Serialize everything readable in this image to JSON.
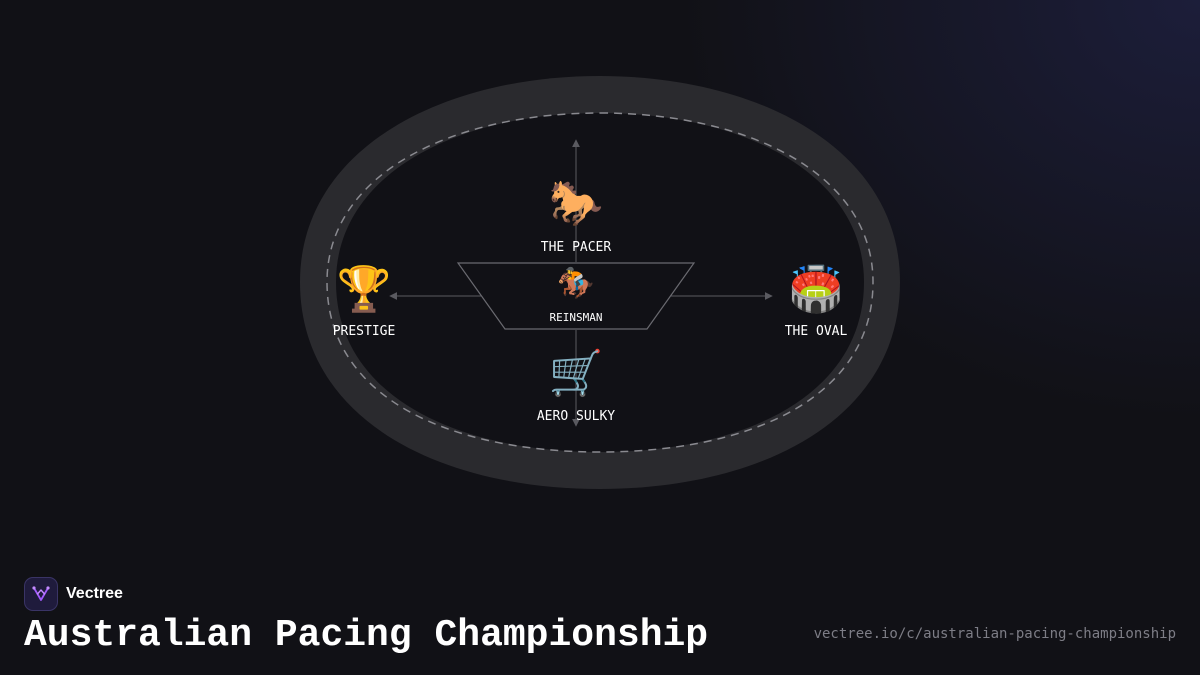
{
  "brand": {
    "name": "Vectree",
    "logo_color": "#a259ff"
  },
  "title": "Australian Pacing Championship",
  "url": "vectree.io/c/australian-pacing-championship",
  "diagram": {
    "center": {
      "label": "REINSMAN",
      "icon": "jockey-icon",
      "glyph": "🏇"
    },
    "nodes": {
      "top": {
        "label": "THE PACER",
        "icon": "horse-icon",
        "glyph": "🐎"
      },
      "left": {
        "label": "PRESTIGE",
        "icon": "trophy-icon",
        "glyph": "🏆"
      },
      "right": {
        "label": "THE OVAL",
        "icon": "stadium-icon",
        "glyph": "🏟️"
      },
      "bottom": {
        "label": "AERO SULKY",
        "icon": "cart-icon",
        "glyph": "🛒"
      }
    },
    "colors": {
      "track": "#2a2a2e",
      "track_dash": "#8a8a90",
      "infield": "#111116",
      "connector": "#5a5a60"
    }
  }
}
